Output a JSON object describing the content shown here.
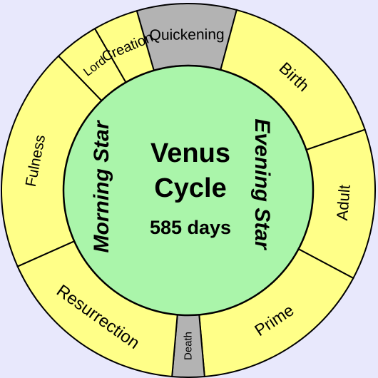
{
  "colors": {
    "background": "#e8e8fc",
    "ring": "#ffff88",
    "ring_highlight": "#b3b3b3",
    "center": "#aaf5aa",
    "stroke": "#000000"
  },
  "center": {
    "title_line1": "Venus",
    "title_line2": "Cycle",
    "duration": "585 days",
    "left_phase": "Morning Star",
    "right_phase": "Evening Star"
  },
  "segments": [
    {
      "label": "Quickening",
      "highlight": true
    },
    {
      "label": "Birth"
    },
    {
      "label": "Adult"
    },
    {
      "label": "Prime"
    },
    {
      "label": "Death",
      "highlight": true
    },
    {
      "label": "Resurrection"
    },
    {
      "label": "Fulness"
    },
    {
      "label": "Lord"
    },
    {
      "label": "Creation"
    }
  ]
}
